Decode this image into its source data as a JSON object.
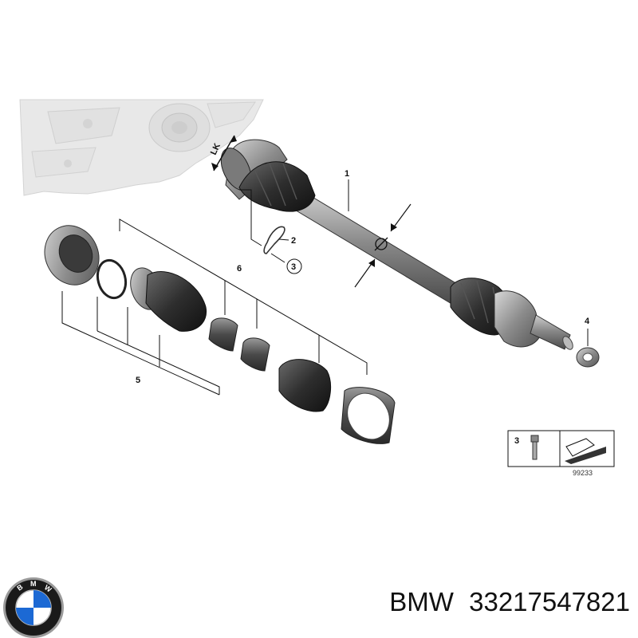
{
  "diagram": {
    "labels": {
      "part_1": "1",
      "part_2": "2",
      "part_3": "3",
      "part_4": "4",
      "part_5": "5",
      "part_6": "6",
      "lk_marker": "LK"
    },
    "reference_box": {
      "part_number": "3",
      "reference_code": "99233"
    }
  },
  "logo": {
    "brand_letters": "BMW",
    "icon": "bmw-roundel-icon",
    "colors": {
      "ring": "#1a1a1a",
      "blue": "#1c69d4",
      "white": "#ffffff",
      "chrome": "#9a9a9a"
    }
  },
  "caption": {
    "brand": "BMW",
    "part_number": "33217547821"
  }
}
